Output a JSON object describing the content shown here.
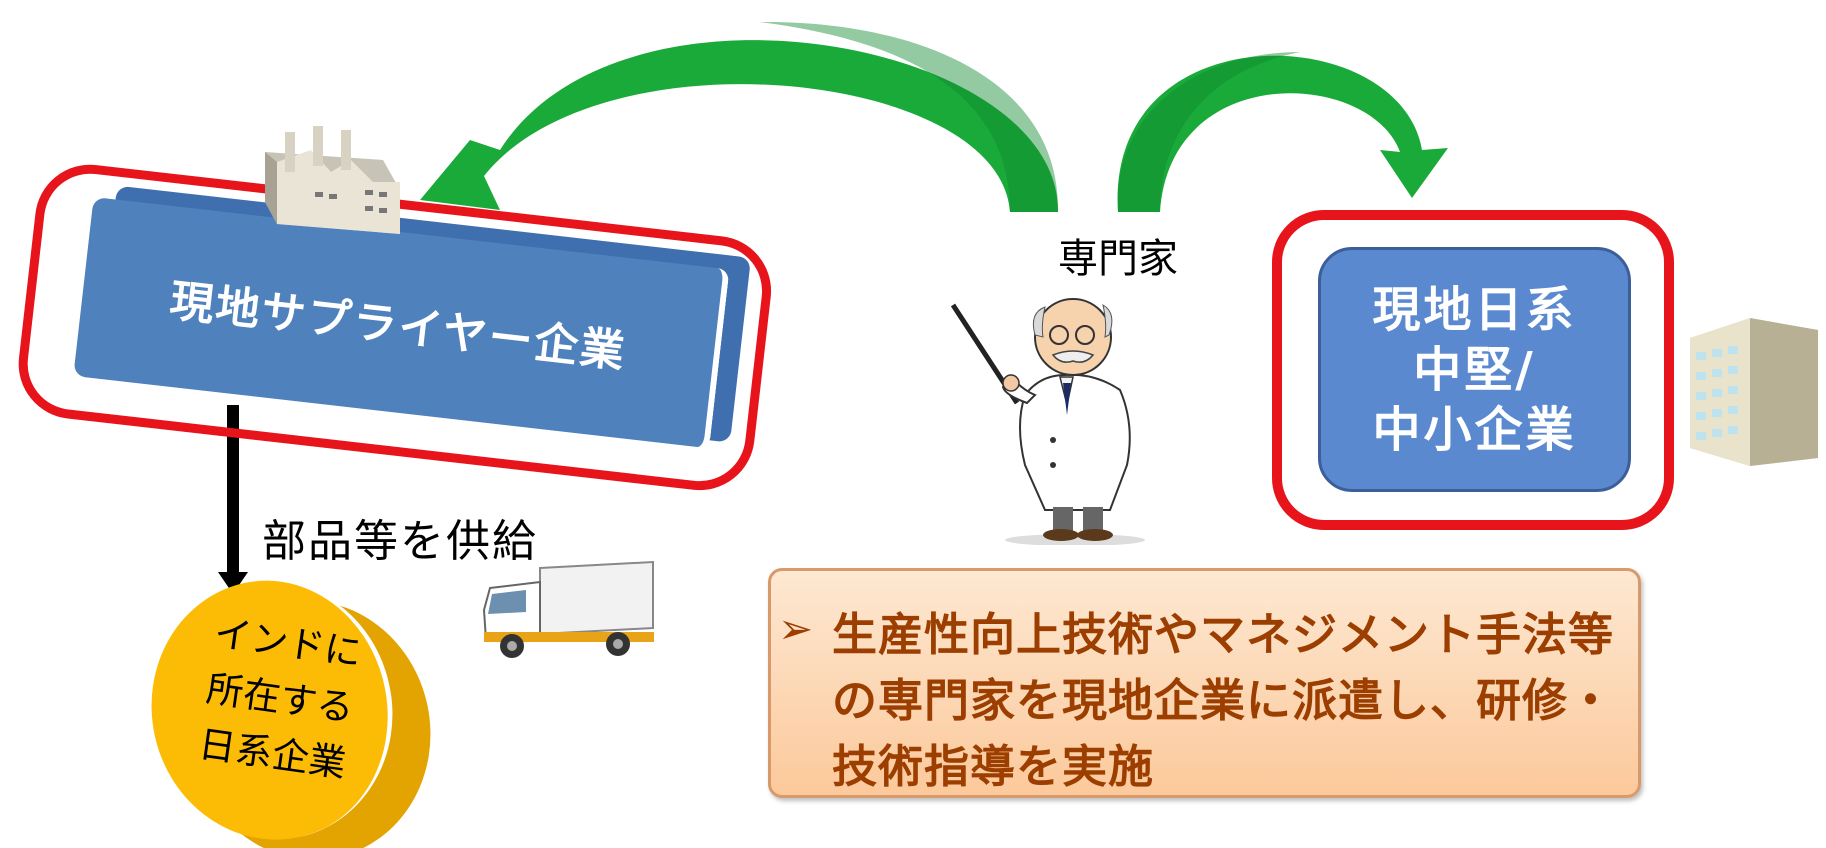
{
  "supplier": {
    "label": "現地サプライヤー企業"
  },
  "sme": {
    "lines": [
      "現地日系",
      "中堅/",
      "中小企業"
    ]
  },
  "expert": {
    "label": "専門家"
  },
  "supply": {
    "label": "部品等を供給"
  },
  "india": {
    "lines": [
      "インドに",
      "所在する",
      "日系企業"
    ]
  },
  "note": {
    "bullet": "➢",
    "lines": [
      "生産性向上技術やマネジメント手法等",
      "の専門家を現地企業に派遣し、研修・",
      "技術指導を実施"
    ]
  },
  "colors": {
    "frame_red": "#e8141b",
    "box_blue": "#4f81bd",
    "arrow_green": "#1aaa3a",
    "disc_yellow": "#fcbc06",
    "note_text": "#9c3e00"
  },
  "icons": [
    "factory-icon",
    "office-building-icon",
    "delivery-truck-icon",
    "professor-icon",
    "curved-arrow-icon"
  ]
}
